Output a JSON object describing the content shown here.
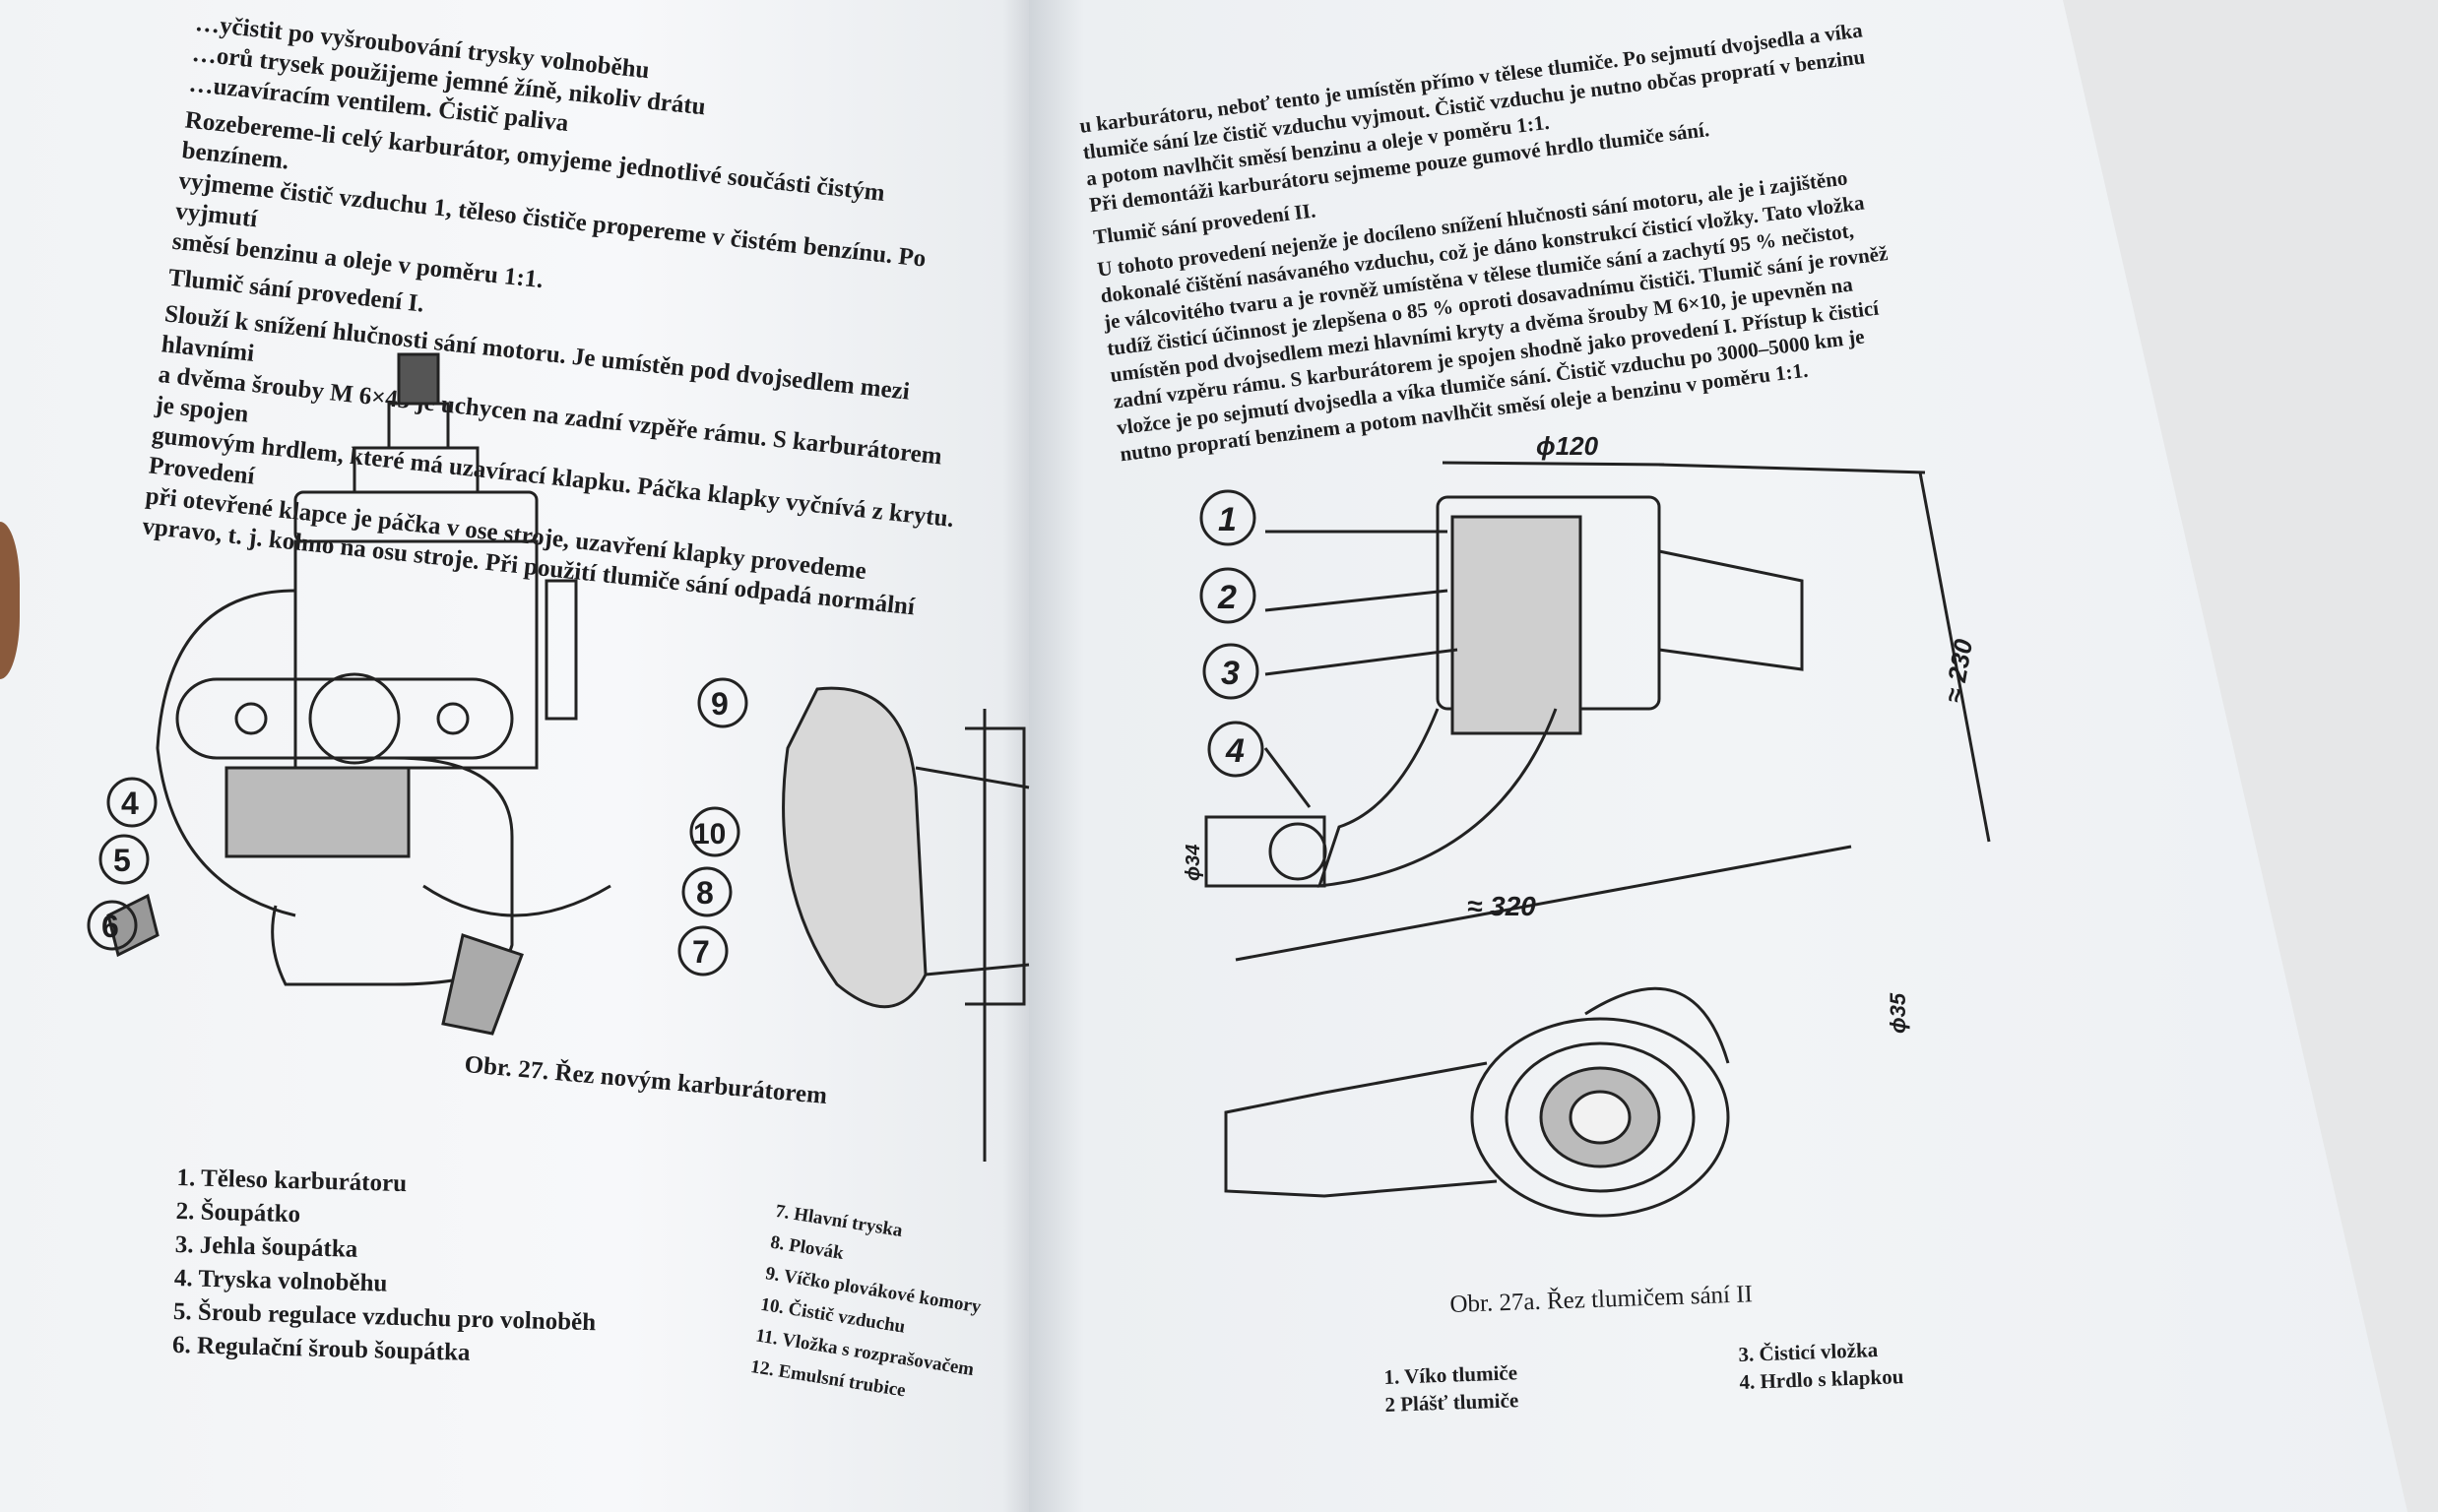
{
  "left_page": {
    "top_fragments": [
      "…yčistit po vyšroubování trysky volnoběhu",
      "…orů trysek použijeme jemné žíně, nikoliv drátu",
      "…uzavíracím ventilem. Čistič paliva"
    ],
    "paragraph1": [
      "Rozebereme-li celý karburátor, omyjeme jednotlivé součásti čistým benzínem.",
      "vyjmeme čistič vzduchu 1, těleso čističe propereme v čistém benzínu. Po vyjmutí",
      "směsí benzinu a oleje v poměru 1:1."
    ],
    "heading": "Tlumič sání provedení I.",
    "paragraph2": [
      "Slouží k snížení hlučnosti sání motoru. Je umístěn pod dvojsedlem mezi hlavními",
      "a dvěma šrouby M 6×45 je uchycen na zadní vzpěře rámu. S karburátorem je spojen",
      "gumovým hrdlem, které má uzavírací klapku. Páčka klapky vyčnívá z krytu. Provedení",
      "při otevřené klapce je páčka v ose stroje, uzavření klapky provedeme",
      "vpravo, t. j. kolmo na osu stroje. Při použití tlumiče sání odpadá normální"
    ],
    "figure": {
      "callouts": [
        "4",
        "5",
        "6",
        "7",
        "8",
        "9",
        "10"
      ],
      "caption": "Obr. 27. Řez novým karburátorem",
      "legend_left": [
        "1. Těleso karburátoru",
        "2. Šoupátko",
        "3. Jehla šoupátka",
        "4. Tryska volnoběhu",
        "5. Šroub regulace vzduchu pro volnoběh",
        "6. Regulační šroub šoupátka"
      ],
      "legend_right": [
        "7. Hlavní tryska",
        "8. Plovák",
        "9. Víčko plovákové komory",
        "10. Čistič vzduchu",
        "11. Vložka s rozprašovačem",
        "12. Emulsní trubice"
      ]
    }
  },
  "right_page": {
    "paragraph1": [
      "u karburátoru, neboť tento je umístěn přímo v tělese tlumiče. Po sejmutí dvojsedla a víka",
      "tlumiče sání lze čistič vzduchu vyjmout. Čistič vzduchu je nutno občas propratí v benzinu",
      "a potom navlhčit směsí benzinu a oleje v poměru 1:1.",
      "Při demontáži karburátoru sejmeme pouze gumové hrdlo tlumiče sání."
    ],
    "heading": "Tlumič sání provedení II.",
    "paragraph2": [
      "U tohoto provedení nejenže je docíleno snížení hlučnosti sání motoru, ale je i zajištěno",
      "dokonalé čištění nasávaného vzduchu, což je dáno konstrukcí čisticí vložky. Tato vložka",
      "je válcovitého tvaru a je rovněž umístěna v tělese tlumiče sání a zachytí 95 % nečistot,",
      "tudíž čisticí účinnost je zlepšena o 85 % oproti dosavadnímu čističi. Tlumič sání je rovněž",
      "umístěn pod dvojsedlem mezi hlavními kryty a dvěma šrouby M 6×10, je upevněn na",
      "zadní vzpěru rámu. S karburátorem je spojen shodně jako provedení I. Přístup k čisticí",
      "vložce je po sejmutí dvojsedla a víka tlumiče sání. Čistič vzduchu po 3000–5000 km je",
      "nutno propratí benzinem a potom navlhčit směsí oleje a benzinu v poměru 1:1."
    ],
    "figure": {
      "callouts": [
        "1",
        "2",
        "3",
        "4"
      ],
      "dimensions": {
        "d120": "ϕ120",
        "h230": "≈ 230",
        "w320": "≈ 320",
        "d34": "ϕ34",
        "d35": "ϕ35"
      },
      "caption": "Obr. 27a. Řez tlumičem sání II",
      "legend_left": [
        "1. Víko tlumiče",
        "2 Plášť tlumiče"
      ],
      "legend_right": [
        "3. Čisticí vložka",
        "4. Hrdlo s klapkou"
      ]
    }
  }
}
